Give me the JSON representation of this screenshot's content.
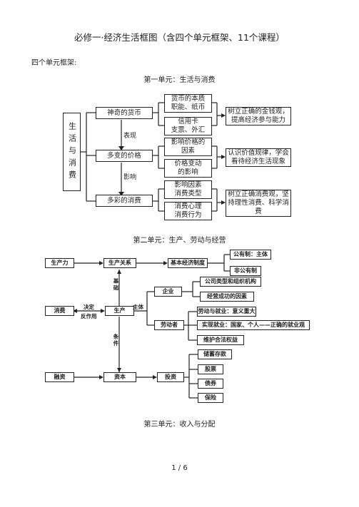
{
  "header": {
    "title": "必修一·经济生活框图（含四个单元框架、11个课程）",
    "subtitle": "四个单元框架:"
  },
  "unit1": {
    "title": "第一单元：生活与消费",
    "root": "生活与消费",
    "lesson1": "神奇的货币",
    "lesson2": "多变的价格",
    "lesson3": "多彩的消费",
    "label_express": "表现",
    "label_influence": "影响",
    "l1_a": "货币的本质\n职能、纸币",
    "l1_b": "信用卡\n支票、外汇",
    "l2_a": "影响价格的\n因素",
    "l2_b": "价格变动\n的影响",
    "l3_a": "影响因素\n消费类型",
    "l3_b": "消费心理\n消费行为",
    "r1": "树立正确的金钱观，\n提高经济参与能力",
    "r2": "认识价值规律，学会\n看待经济生活现象",
    "r3": "树立正确消费观，坚\n持理性消费、科学消\n费"
  },
  "unit2": {
    "title": "第二单元：生产、劳动与经营",
    "productive_forces": "生产力",
    "relations": "生产关系",
    "basic_system": "基本经济制度",
    "public": "公有制：主体",
    "non_public": "非公有制",
    "label_foundation": "基础",
    "consumption": "消费",
    "label_decide": "决定",
    "label_react": "反作用",
    "production": "生产",
    "label_main": "主体",
    "enterprise": "企业",
    "company_types": "公司类型和组织机构",
    "success_factors": "经营成功的因素",
    "workers": "劳动者",
    "labor_employment": "劳动与就业：意义重大",
    "realize_employment": "实现就业：国家、个人——正确的就业观",
    "rights": "维护合法权益",
    "label_condition": "条件",
    "financing": "融资",
    "capital": "资本",
    "investment": "投资",
    "deposit": "储蓄存款",
    "stocks": "股票",
    "bonds": "债券",
    "insurance": "保险"
  },
  "unit3": {
    "title": "第三单元：收入与分配"
  },
  "footer": {
    "page": "1 / 6"
  }
}
